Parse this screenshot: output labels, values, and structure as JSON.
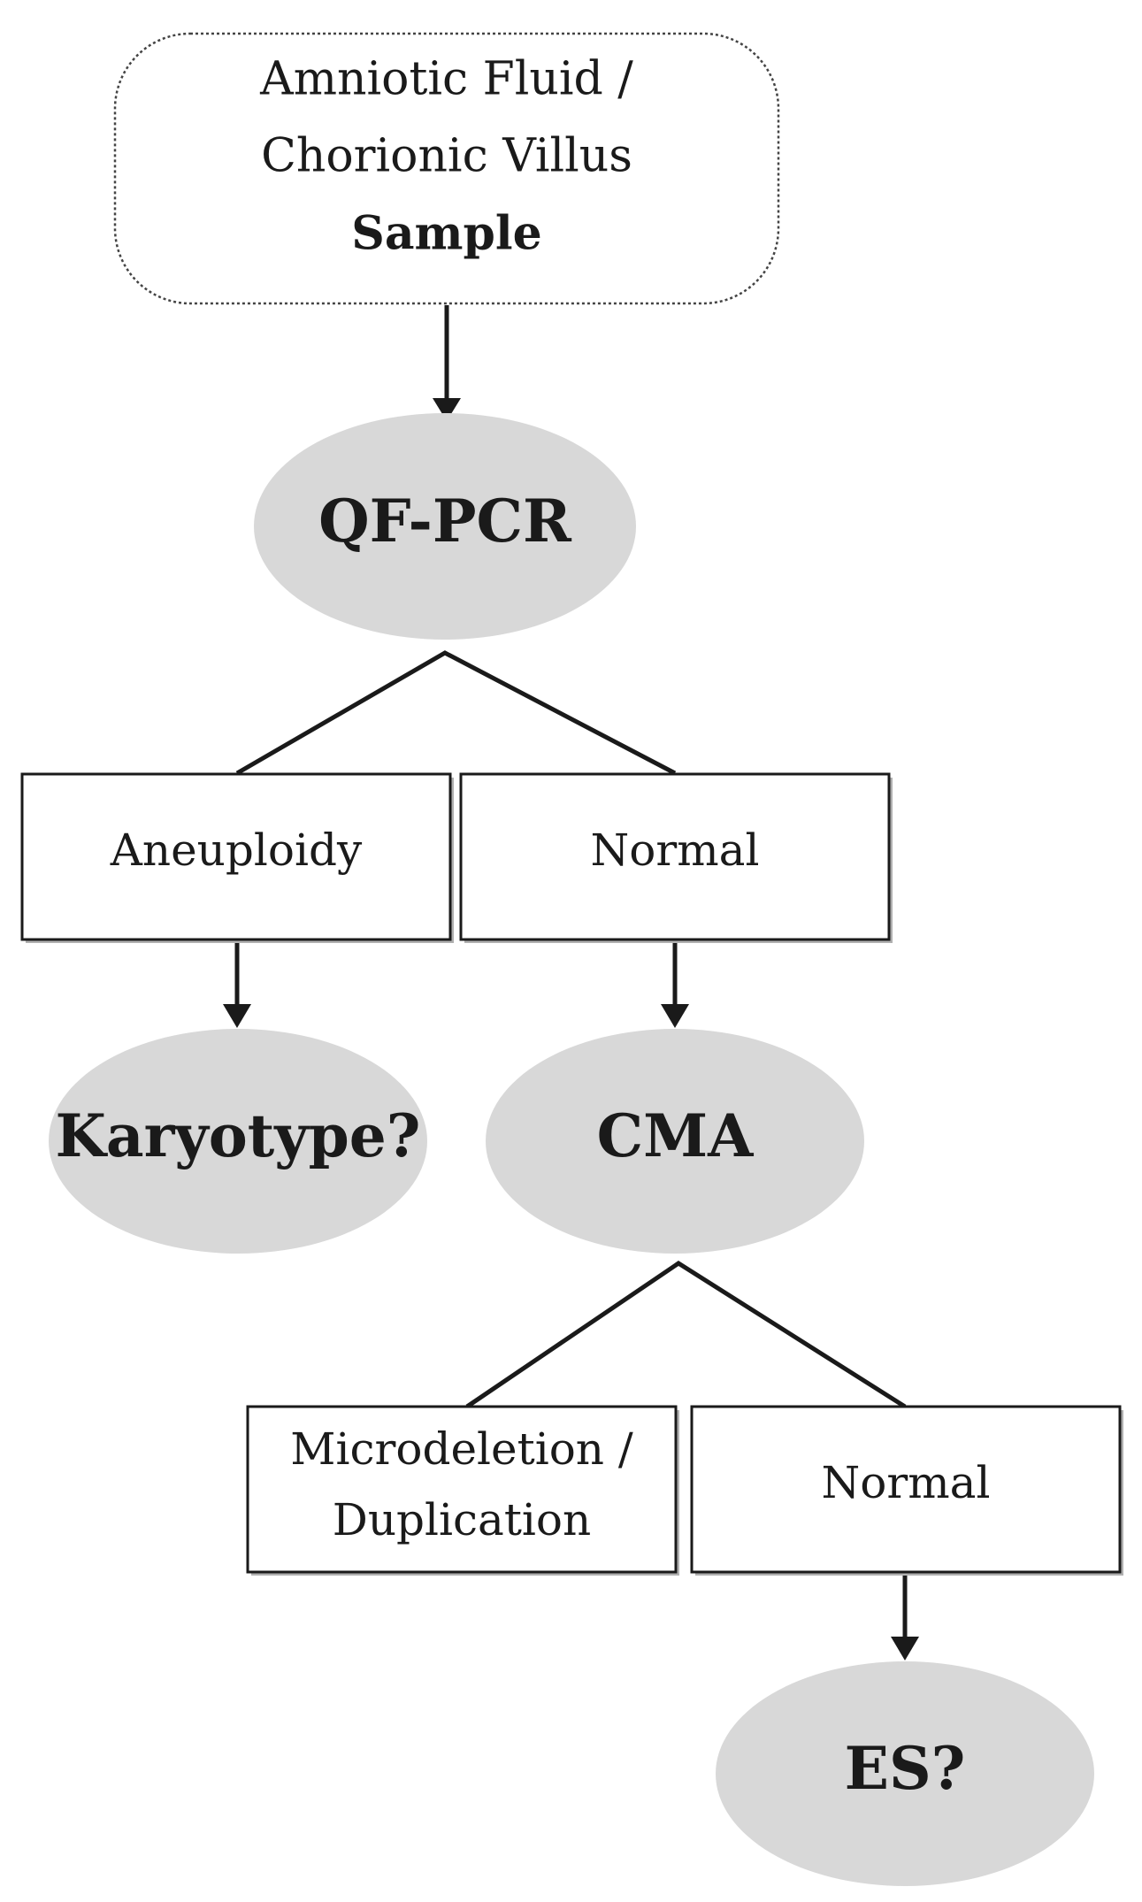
{
  "diagram": {
    "sample": {
      "line1": "Amniotic Fluid /",
      "line2": "Chorionic Villus",
      "line3": "Sample"
    },
    "qfpcr": "QF-PCR",
    "aneuploidy": "Aneuploidy",
    "normal_1": "Normal",
    "karyotype": "Karyotype?",
    "cma": "CMA",
    "microdeletion": {
      "line1": "Microdeletion /",
      "line2": "Duplication"
    },
    "normal_2": "Normal",
    "es": "ES?"
  },
  "colors": {
    "oval_fill": "#d8d8d8",
    "line": "#1a1a1a",
    "box_fill": "#ffffff"
  }
}
